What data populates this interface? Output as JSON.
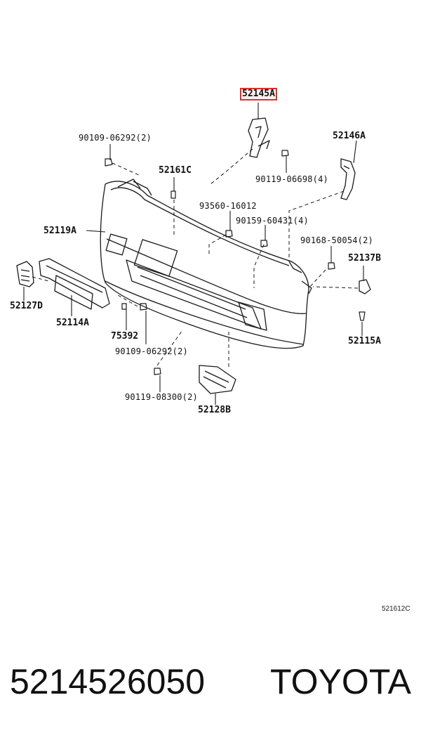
{
  "labels": {
    "l52145a": "52145A",
    "l52146a": "52146A",
    "l90109top": "90109-06292(2)",
    "l90119_06698": "90119-06698(4)",
    "l52161c": "52161C",
    "l93560": "93560-16012",
    "l90159": "90159-60431(4)",
    "l52119a": "52119A",
    "l90168": "90168-50054(2)",
    "l52137b": "52137B",
    "l52127d": "52127D",
    "l52114a": "52114A",
    "l75392": "75392",
    "l90109bot": "90109-06292(2)",
    "l52115a": "52115A",
    "l90119_08300": "90119-08300(2)",
    "l52128b": "52128B"
  },
  "diagram_ref": "521612C",
  "footer": {
    "part_number": "5214526050",
    "brand": "TOYOTA"
  },
  "highlight_color": "#e0302a"
}
